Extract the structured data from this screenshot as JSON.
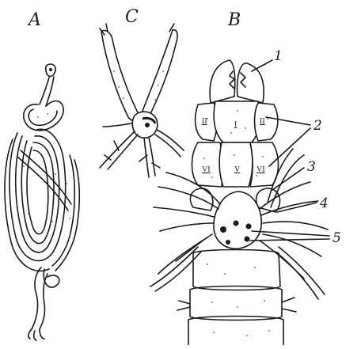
{
  "panels": {
    "a": "A",
    "c": "C",
    "b": "B"
  },
  "callouts": {
    "n1": "1",
    "n2": "2",
    "n3": "3",
    "n4": "4",
    "n5": "5"
  },
  "segments": {
    "s1": "II",
    "s2": "I",
    "s3": "II",
    "s4": "VI",
    "s5": "V",
    "s6": "VI"
  }
}
